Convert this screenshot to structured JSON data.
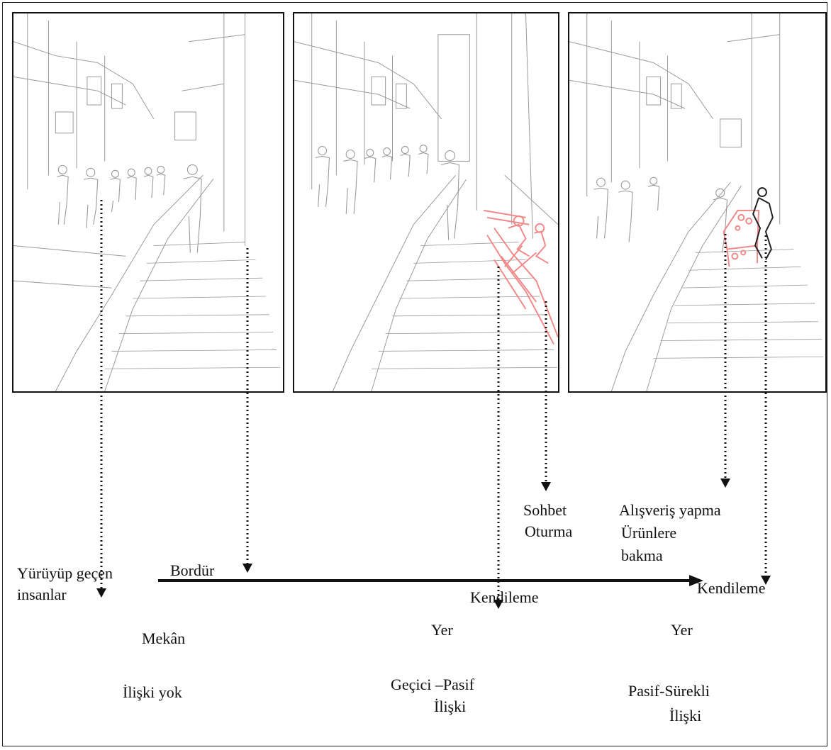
{
  "panels": [
    {
      "scene": "stepped street sketch with pedestrians walking"
    },
    {
      "scene": "stepped street sketch with people sitting and talking (highlighted)"
    },
    {
      "scene": "stepped street sketch with vendor stall and shopper (highlighted)"
    }
  ],
  "labels": {
    "walking_people_line1": "Yürüyüp geçen",
    "walking_people_line2": "insanlar",
    "curb": "Bordür",
    "chat_line1": "Sohbet",
    "chat_line2": "Oturma",
    "appropriation_1": "Kendileme",
    "shopping_line1": "Alışveriş yapma",
    "shopping_line2": "Ürünlere",
    "shopping_line3": "bakma",
    "appropriation_2": "Kendileme"
  },
  "axis": {
    "stage1_top": "Mekân",
    "stage1_bottom": "İlişki yok",
    "stage2_top": "Yer",
    "stage2_bottom_line1": "Geçici –Pasif",
    "stage2_bottom_line2": "İlişki",
    "stage3_top": "Yer",
    "stage3_bottom_line1": "Pasif-Sürekli",
    "stage3_bottom_line2": "İlişki"
  },
  "colors": {
    "highlight": "#f08a8a",
    "sketch": "#9a9a9a",
    "ink": "#111111"
  }
}
